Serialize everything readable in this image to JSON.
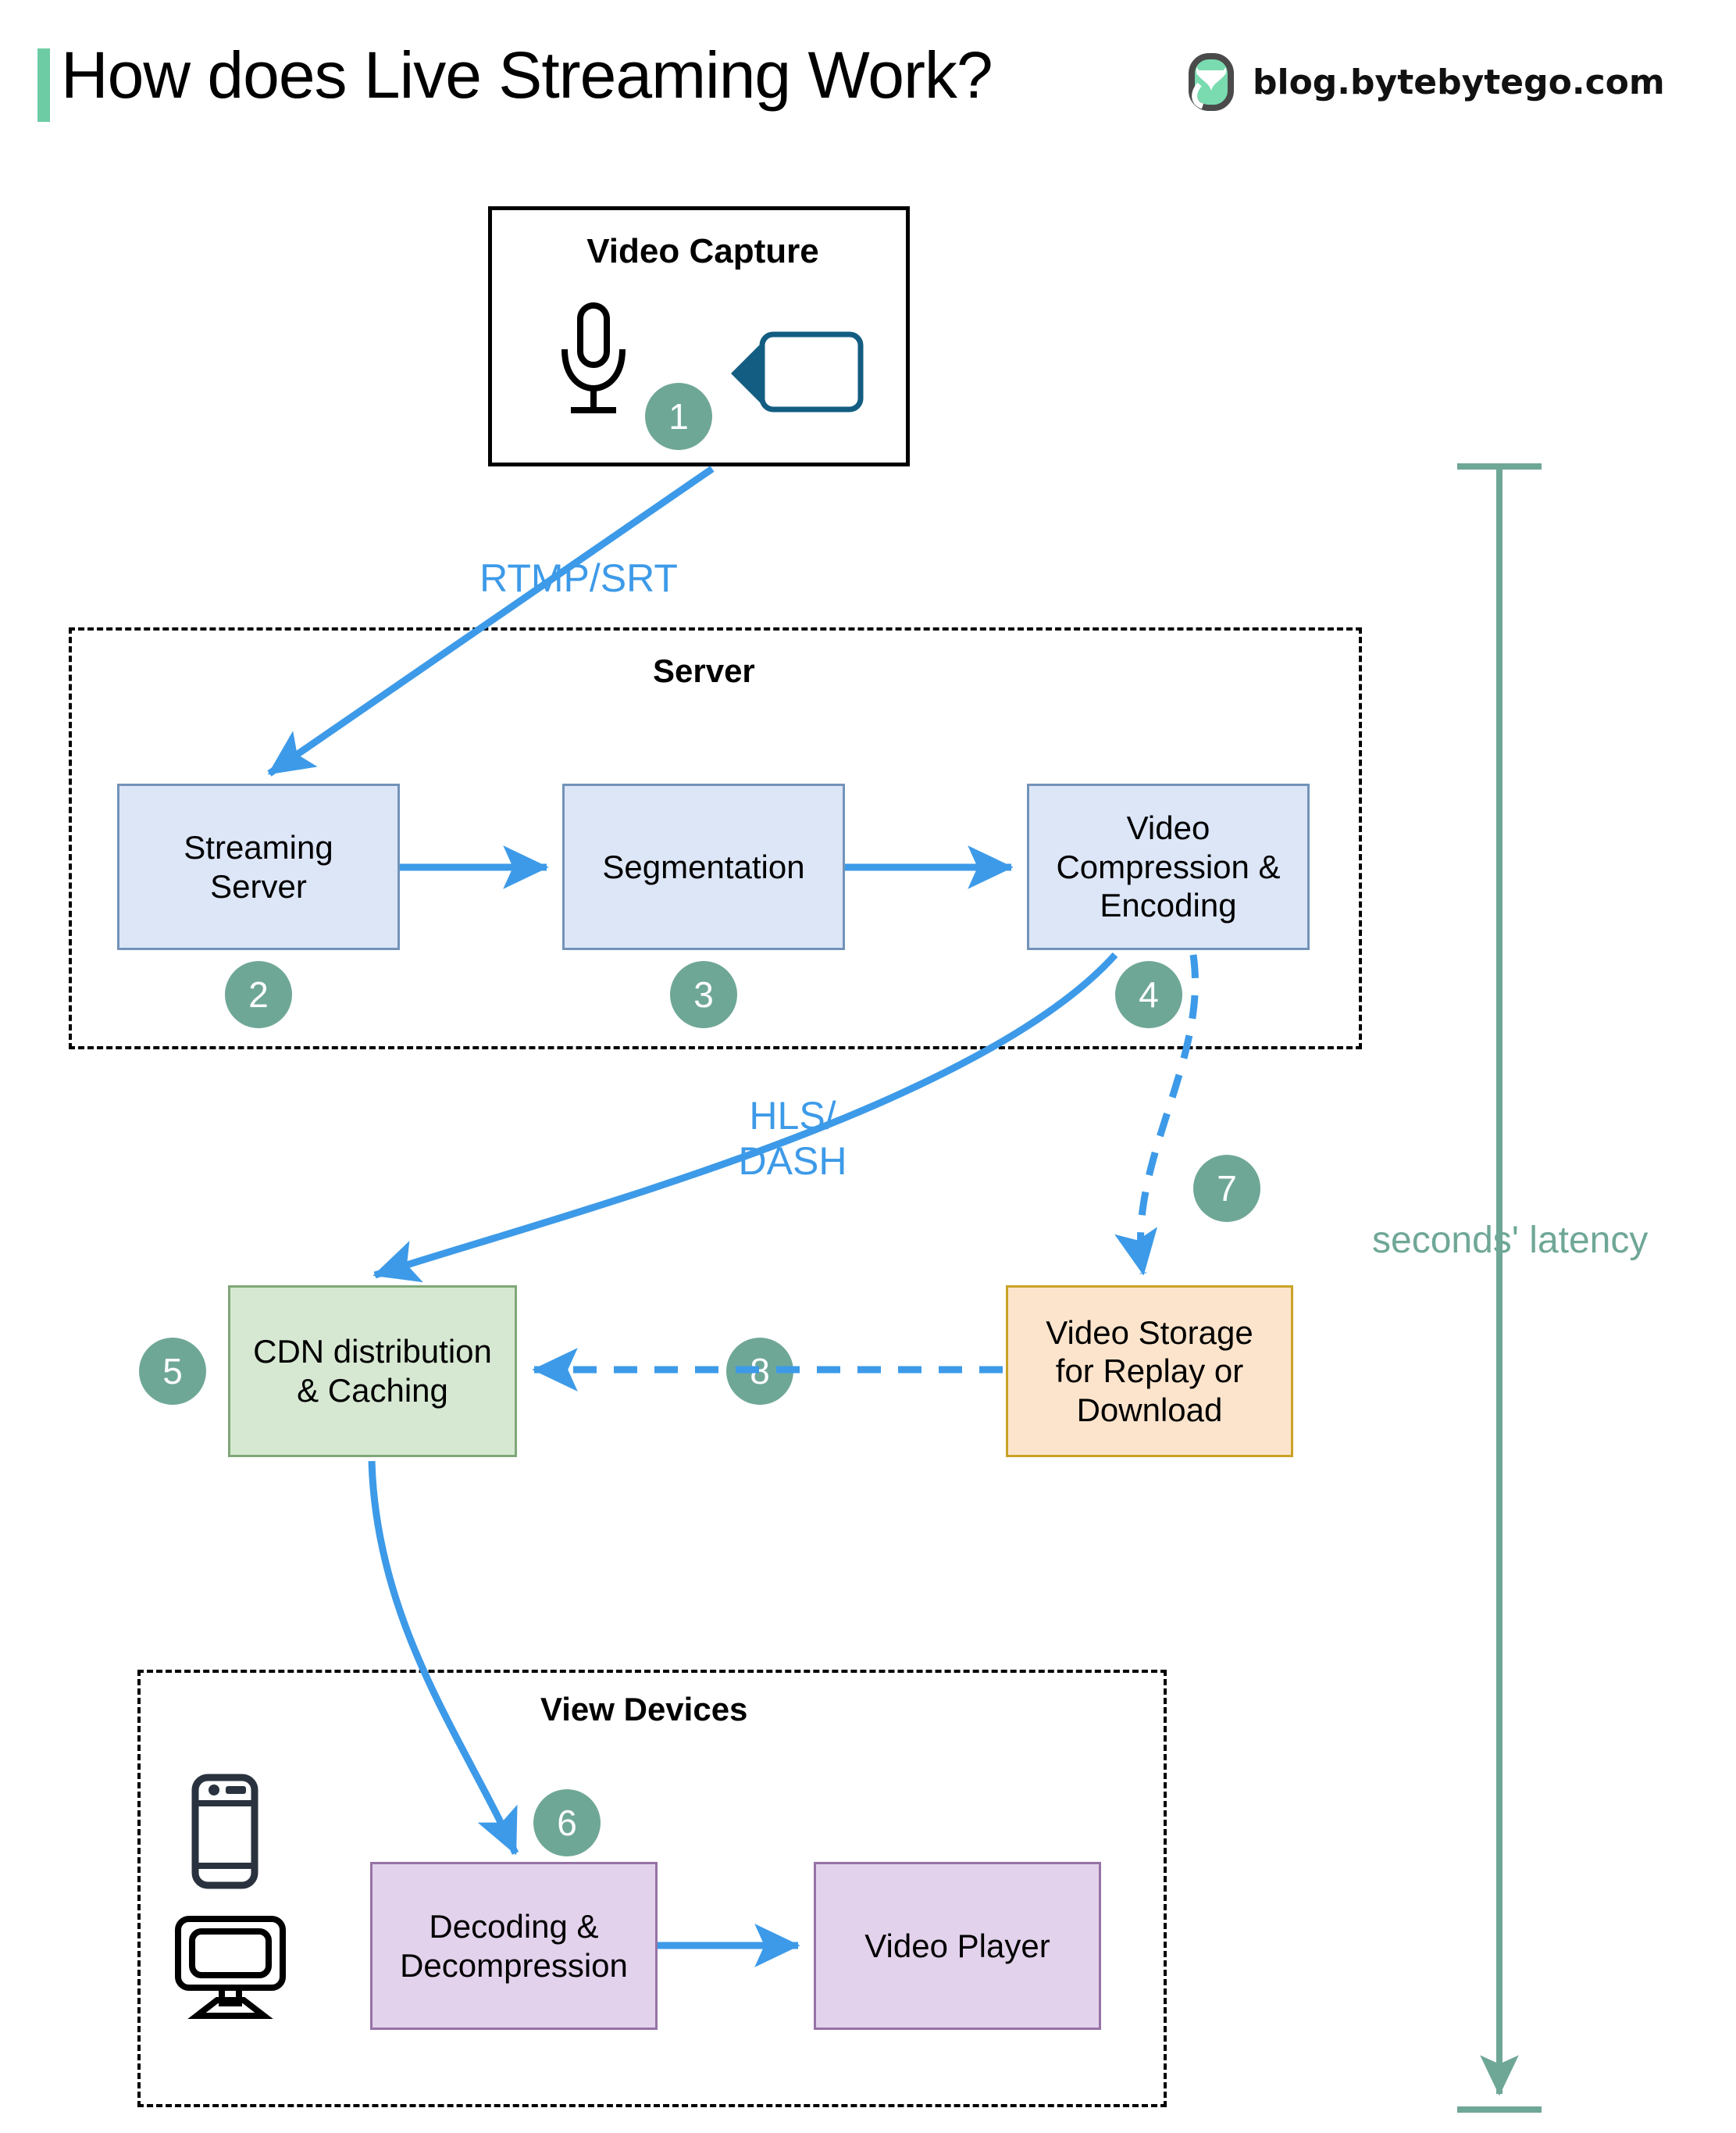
{
  "header": {
    "title": "How does Live Streaming Work?",
    "brand_text": "blog.bytebytego.com",
    "accent_color": "#6DCCA4",
    "logo_icon": "bytebytego-logo-icon"
  },
  "capture": {
    "title": "Video Capture",
    "icons": [
      "microphone-icon",
      "video-camera-icon"
    ],
    "badge": "1"
  },
  "server_group": {
    "label": "Server",
    "nodes": [
      {
        "label": "Streaming\nServer",
        "badge": "2",
        "color": "#DCE6F7"
      },
      {
        "label": "Segmentation",
        "badge": "3",
        "color": "#DCE6F7"
      },
      {
        "label": "Video\nCompression &\nEncoding",
        "badge": "4",
        "color": "#DCE6F7"
      }
    ]
  },
  "cdn": {
    "label": "CDN distribution\n& Caching",
    "badge": "5",
    "color": "#D6E8D2"
  },
  "storage": {
    "label": "Video Storage\nfor Replay or\nDownload",
    "color": "#FCE4CC"
  },
  "view_group": {
    "label": "View Devices",
    "icons": [
      "smartphone-icon",
      "desktop-monitor-icon"
    ],
    "nodes": [
      {
        "label": "Decoding &\nDecompression",
        "badge": "6",
        "color": "#E3D2EC"
      },
      {
        "label": "Video Player",
        "color": "#E3D2EC"
      }
    ]
  },
  "edges": [
    {
      "label": "RTMP/SRT",
      "color": "#3D9AE8",
      "style": "solid"
    },
    {
      "label": "HLS/\nDASH",
      "color": "#3D9AE8",
      "style": "solid"
    }
  ],
  "badges": {
    "seven": "7",
    "eight": "8",
    "color": "#6FA797"
  },
  "latency": {
    "label": "seconds' latency",
    "color": "#6FA797"
  }
}
